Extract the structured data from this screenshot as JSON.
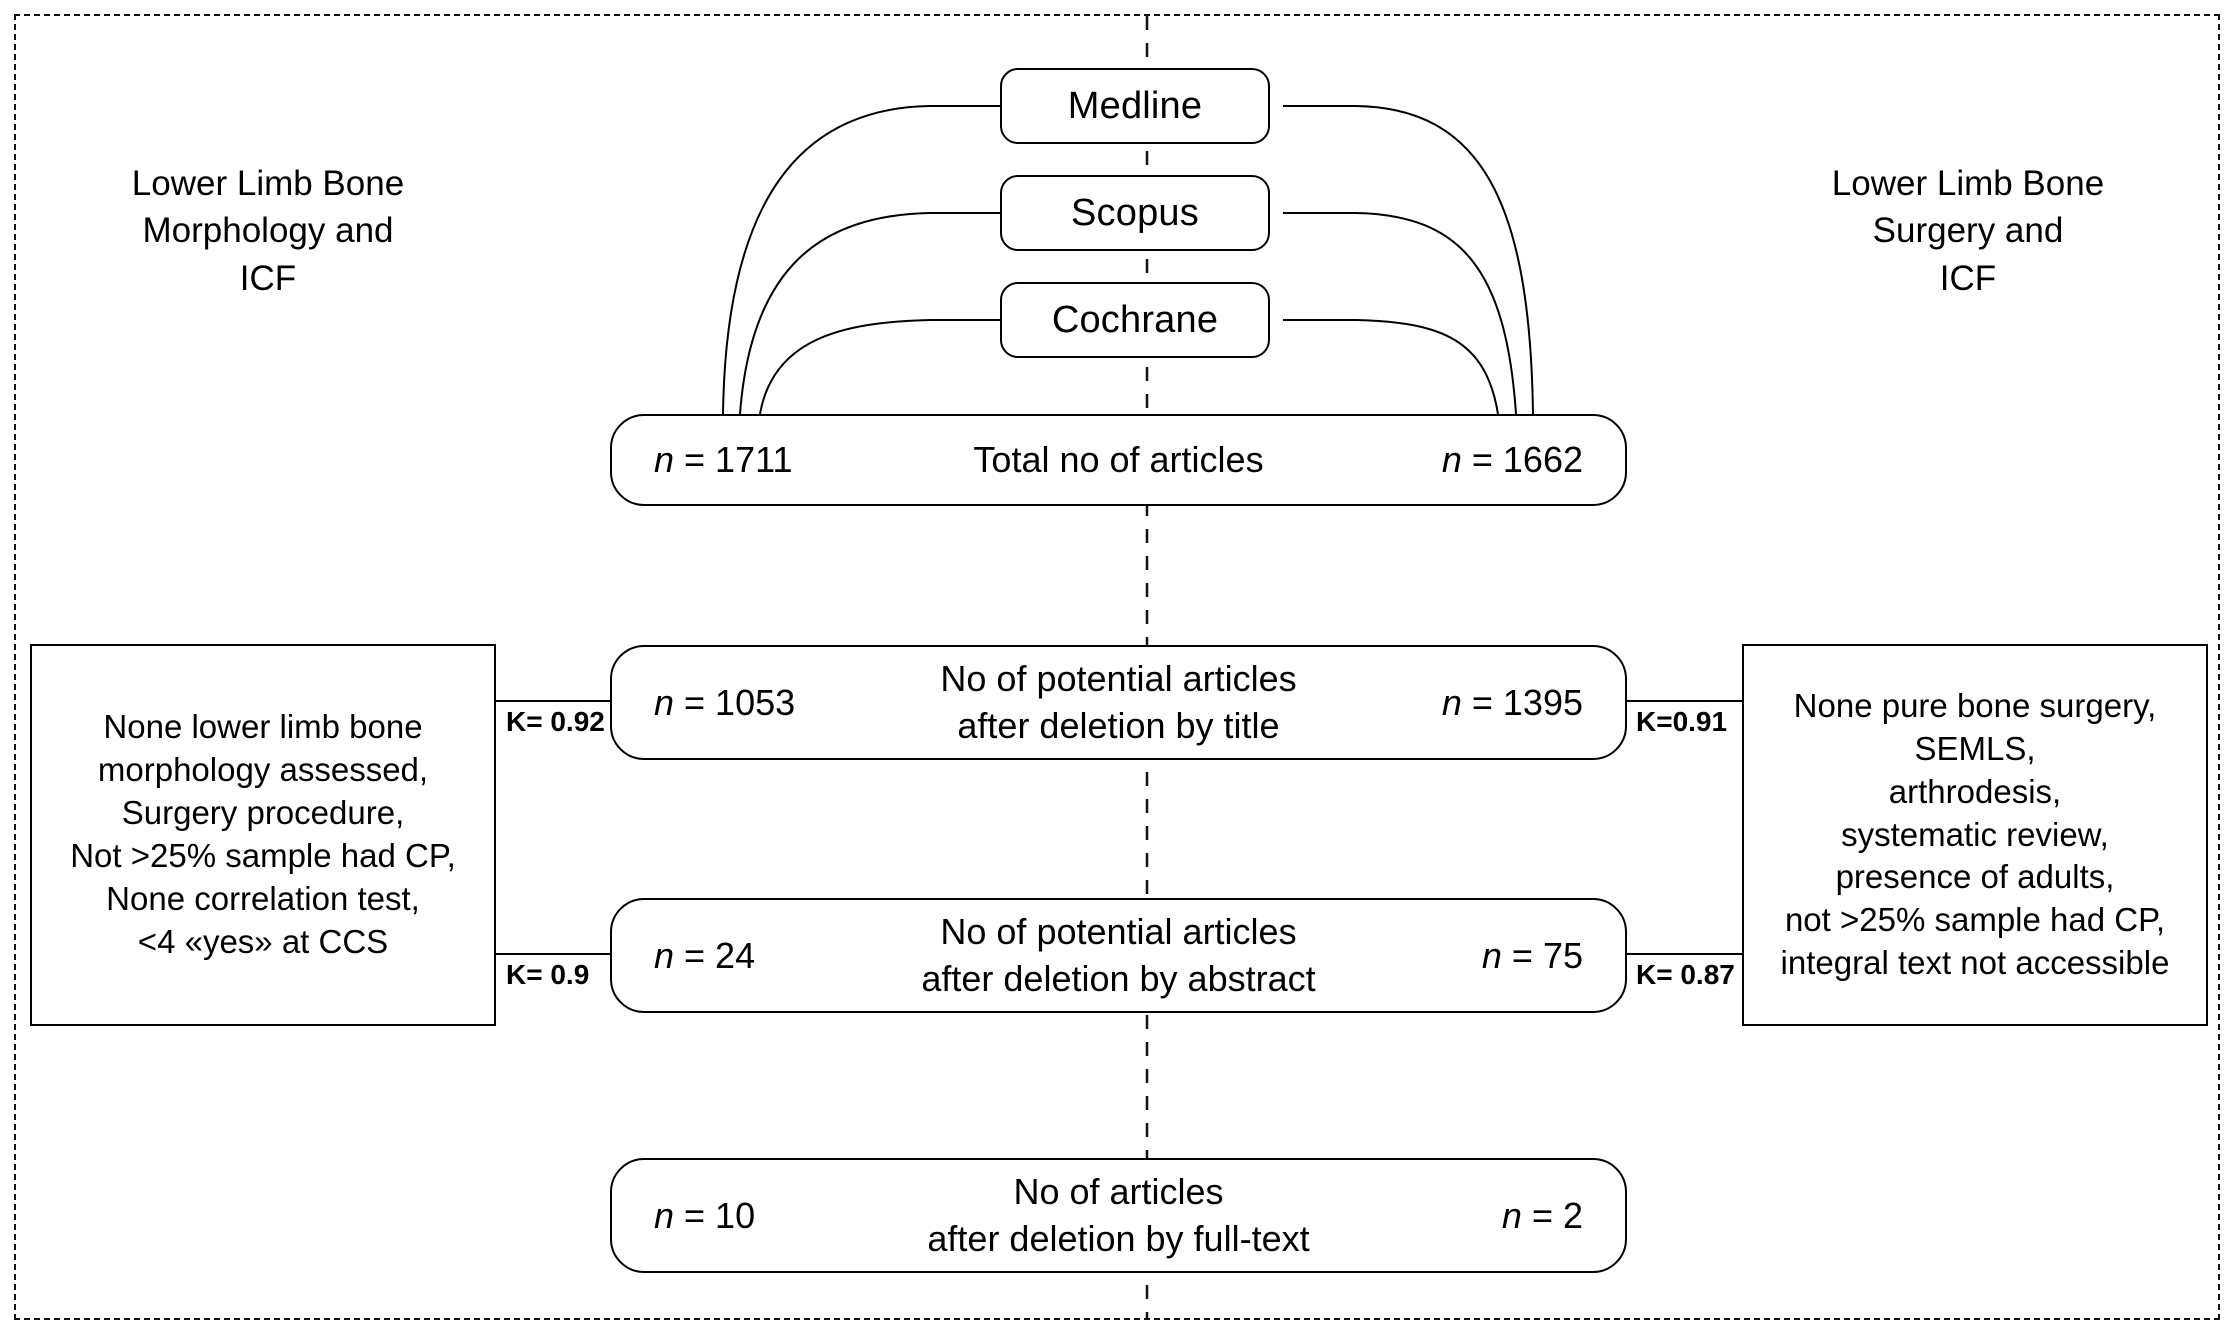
{
  "figure": {
    "type": "prisma-flow-diagram",
    "frame": {
      "style": "dashed",
      "color": "#111111"
    },
    "divider": {
      "style": "dashed",
      "orientation": "vertical",
      "color": "#111111"
    }
  },
  "columns": {
    "left": {
      "heading": "Lower Limb Bone\nMorphology and\nICF",
      "exclusion_criteria": "None lower limb bone\nmorphology assessed,\nSurgery procedure,\nNot >25% sample had CP,\nNone correlation test,\n<4 «yes» at CCS"
    },
    "right": {
      "heading": "Lower Limb Bone\nSurgery and\nICF",
      "exclusion_criteria": "None pure bone surgery,\nSEMLS,\narthrodesis,\nsystematic review,\npresence of adults,\nnot >25% sample had CP,\nintegral text not accessible"
    }
  },
  "databases": [
    {
      "name": "Medline"
    },
    {
      "name": "Scopus"
    },
    {
      "name": "Cochrane"
    }
  ],
  "stages": [
    {
      "id": "total",
      "label": "Total no of articles",
      "left_n": "n = 1711",
      "right_n": "n = 1662"
    },
    {
      "id": "by-title",
      "label": "No of potential articles\nafter deletion by title",
      "left_n": "n = 1053",
      "right_n": "n = 1395"
    },
    {
      "id": "by-abstract",
      "label": "No of potential articles\nafter deletion by  abstract",
      "left_n": "n = 24",
      "right_n": "n = 75"
    },
    {
      "id": "by-fulltext",
      "label": "No of articles\nafter deletion by  full-text",
      "left_n": "n = 10",
      "right_n": "n = 2"
    }
  ],
  "kappa": {
    "left_title": "K= 0.92",
    "left_abstract": "K= 0.9",
    "right_title": "K=0.91",
    "right_abstract": "K= 0.87"
  }
}
